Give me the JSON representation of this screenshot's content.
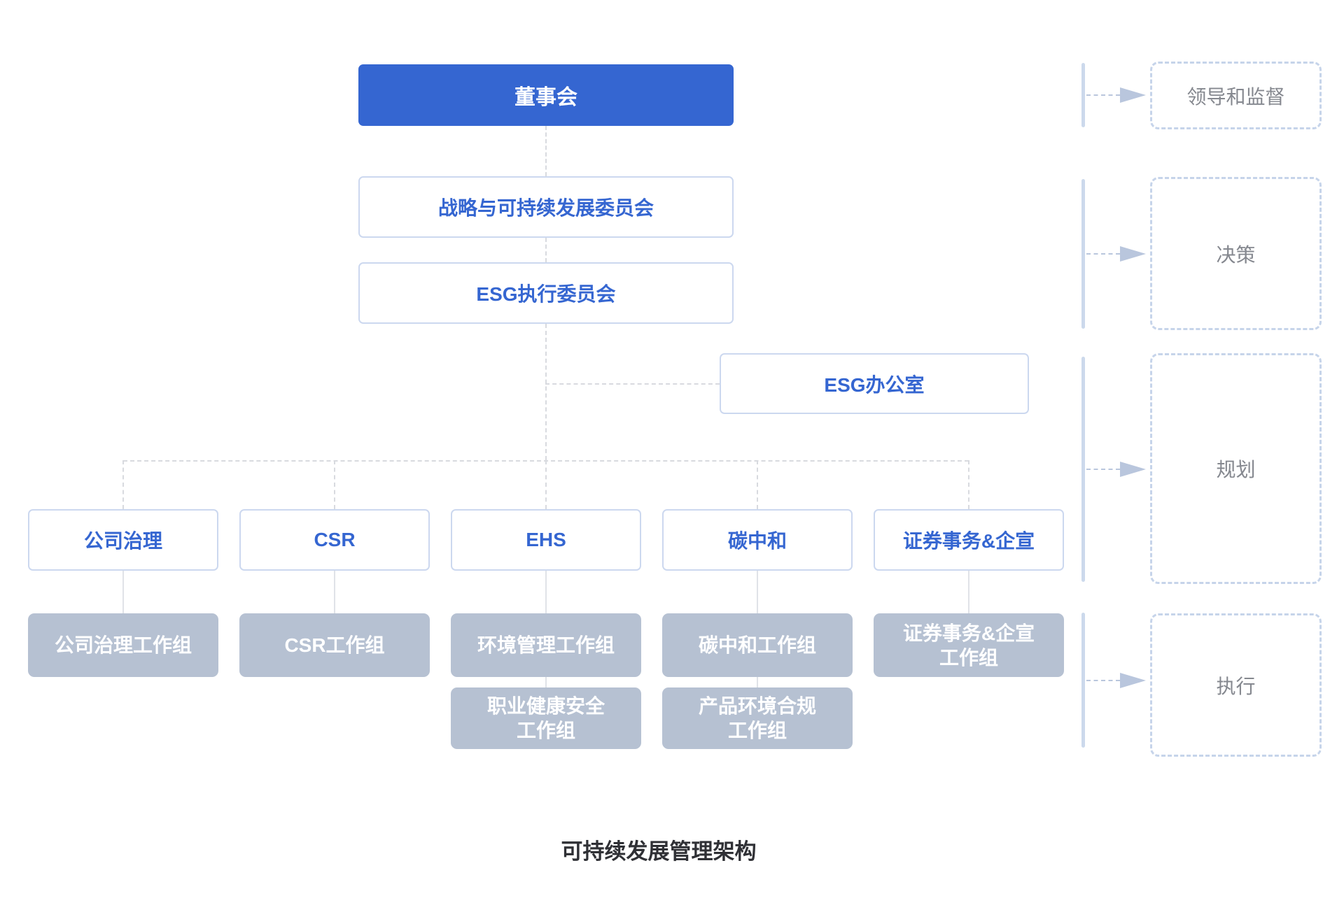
{
  "colors": {
    "primary_blue": "#3566d1",
    "blue_text": "#3566d1",
    "light_blue_border": "#ccd8ef",
    "gray_box": "#b6c1d2",
    "connector_gray": "#d8dadf",
    "rail_blue": "#ccd9ec",
    "arrow_blue_gray": "#b9c6dd",
    "stage_border": "#c6d4ea",
    "stage_text": "#85888f",
    "caption_text": "#2f3035"
  },
  "org": {
    "board": {
      "label": "董事会"
    },
    "strategy_committee": {
      "label": "战略与可持续发展委员会"
    },
    "esg_exec_committee": {
      "label": "ESG执行委员会"
    },
    "esg_office": {
      "label": "ESG办公室"
    },
    "departments": [
      {
        "label": "公司治理"
      },
      {
        "label": "CSR"
      },
      {
        "label": "EHS"
      },
      {
        "label": "碳中和"
      },
      {
        "label": "证券事务&企宣"
      }
    ],
    "workgroups_row1": [
      {
        "lines": [
          "公司治理工作组"
        ]
      },
      {
        "lines": [
          "CSR工作组"
        ]
      },
      {
        "lines": [
          "环境管理工作组"
        ]
      },
      {
        "lines": [
          "碳中和工作组"
        ]
      },
      {
        "lines": [
          "证券事务&企宣",
          "工作组"
        ]
      }
    ],
    "workgroups_row2": [
      {
        "lines": [
          "职业健康安全",
          "工作组"
        ]
      },
      {
        "lines": [
          "产品环境合规",
          "工作组"
        ]
      }
    ],
    "stages": [
      {
        "label": "领导和监督"
      },
      {
        "label": "决策"
      },
      {
        "label": "规划"
      },
      {
        "label": "执行"
      }
    ],
    "caption": "可持续发展管理架构"
  }
}
